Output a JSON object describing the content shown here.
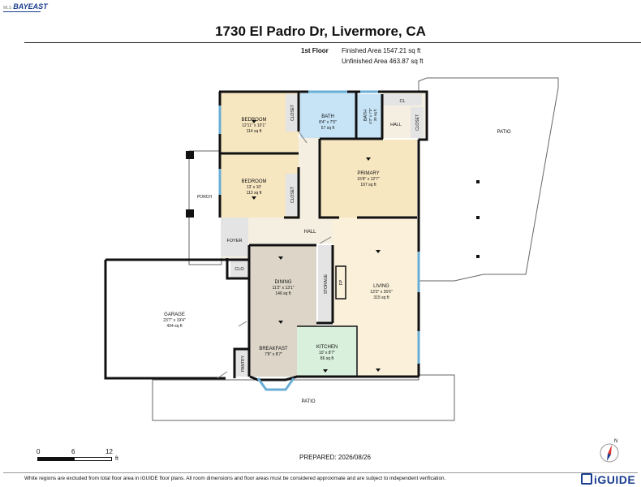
{
  "logo": {
    "prefix": "MLS",
    "name": "BAYEAST"
  },
  "title": "1730 El Padro Dr, Livermore, CA",
  "floor": {
    "label": "1st Floor",
    "finished": "Finished Area 1547.21 sq ft",
    "unfinished": "Unfinished Area 463.87 sq ft"
  },
  "rooms": [
    {
      "id": "bedroom-1",
      "name": "BEDROOM",
      "dims": "12'11\" x 10'1\"",
      "area": "114 sq ft"
    },
    {
      "id": "bath-1",
      "name": "BATH",
      "dims": "8'4\" x 7'5\"",
      "area": "57 sq ft"
    },
    {
      "id": "bath-2",
      "name": "BATH",
      "dims": "4'3\" x 7'5\"",
      "area": "30 sq ft"
    },
    {
      "id": "bedroom-2",
      "name": "BEDROOM",
      "dims": "13' x 10'",
      "area": "113 sq ft"
    },
    {
      "id": "primary",
      "name": "PRIMARY",
      "dims": "15'8\" x 12'7\"",
      "area": "197 sq ft"
    },
    {
      "id": "dining",
      "name": "DINING",
      "dims": "11'2\" x 13'1\"",
      "area": "146 sq ft"
    },
    {
      "id": "living",
      "name": "LIVING",
      "dims": "13'3\" x 26'6\"",
      "area": "315 sq ft"
    },
    {
      "id": "garage",
      "name": "GARAGE",
      "dims": "23'7\" x 19'4\"",
      "area": "434 sq ft"
    },
    {
      "id": "breakfast",
      "name": "BREAKFAST",
      "dims": "7'8\" x 8'7\"",
      "area": ""
    },
    {
      "id": "kitchen",
      "name": "KITCHEN",
      "dims": "10' x 8'7\"",
      "area": "86 sq ft"
    }
  ],
  "labels": {
    "closet": "CLOSET",
    "cl": "CL",
    "hall": "HALL",
    "patio": "PATIO",
    "porch": "PORCH",
    "foyer": "FOYER",
    "clo": "CLO",
    "storage": "STORAGE",
    "fp": "FP",
    "pantry": "PANTRY"
  },
  "scale": {
    "ticks": [
      "0",
      "6",
      "12"
    ],
    "unit": "ft"
  },
  "prepared": "PREPARED: 2026/08/26",
  "compass": {
    "north": "N"
  },
  "disclaimer": "White regions are excluded from total floor area in iGUIDE floor plans. All room dimensions and floor areas must be considered approximate and are subject to independent verification.",
  "brand": "iGUIDE",
  "colors": {
    "bedroom": "#f7e7c1",
    "bath": "#c7e4f7",
    "living": "#fbf1db",
    "dining": "#ddd6c8",
    "kitchen": "#d9f0dc",
    "hall": "#f5efe1",
    "utility": "#e4e4e4",
    "garage": "#ffffff",
    "window": "#6aaed6"
  }
}
